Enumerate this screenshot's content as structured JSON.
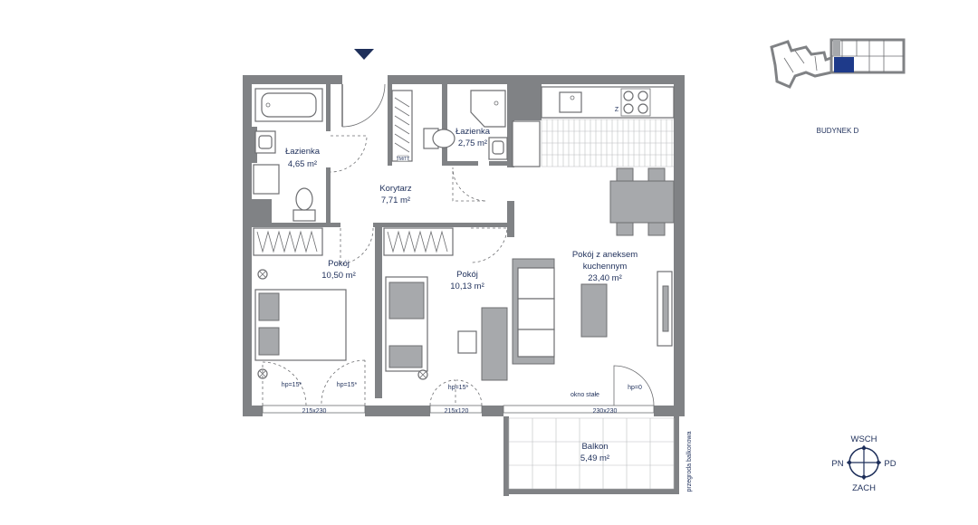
{
  "building_label": "BUDYNEK D",
  "rooms": [
    {
      "id": "lazienka1",
      "name": "Łazienka",
      "area": "4,65 m²"
    },
    {
      "id": "lazienka2",
      "name": "Łazienka",
      "area": "2,75 m²"
    },
    {
      "id": "korytarz",
      "name": "Korytarz",
      "area": "7,71 m²"
    },
    {
      "id": "pokoj1",
      "name": "Pokój",
      "area": "10,50 m²"
    },
    {
      "id": "pokoj2",
      "name": "Pokój",
      "area": "10,13 m²"
    },
    {
      "id": "pokoj_aneks",
      "name_line1": "Pokój z aneksem",
      "name_line2": "kuchennym",
      "area": "23,40 m²"
    },
    {
      "id": "balkon",
      "name": "Balkon",
      "area": "5,49 m²"
    }
  ],
  "annotations": {
    "hp1": "hp=15*",
    "hp2": "hp=15*",
    "hp3": "hp=15*",
    "hp4": "hp=0",
    "win1": "215x230",
    "win2": "215x120",
    "win3": "230x230",
    "okno_stale": "okno stałe",
    "tm_tt": "TM/TT",
    "przegroda": "przegroda balkonowa",
    "z_mark": "Z"
  },
  "compass": {
    "north": "WSCH",
    "south": "ZACH",
    "west": "PN",
    "east": "PD"
  },
  "colors": {
    "wall": "#808285",
    "text": "#1e2f5a",
    "highlight": "#1e3a8a",
    "furniture_fill": "#a7a9ac"
  }
}
